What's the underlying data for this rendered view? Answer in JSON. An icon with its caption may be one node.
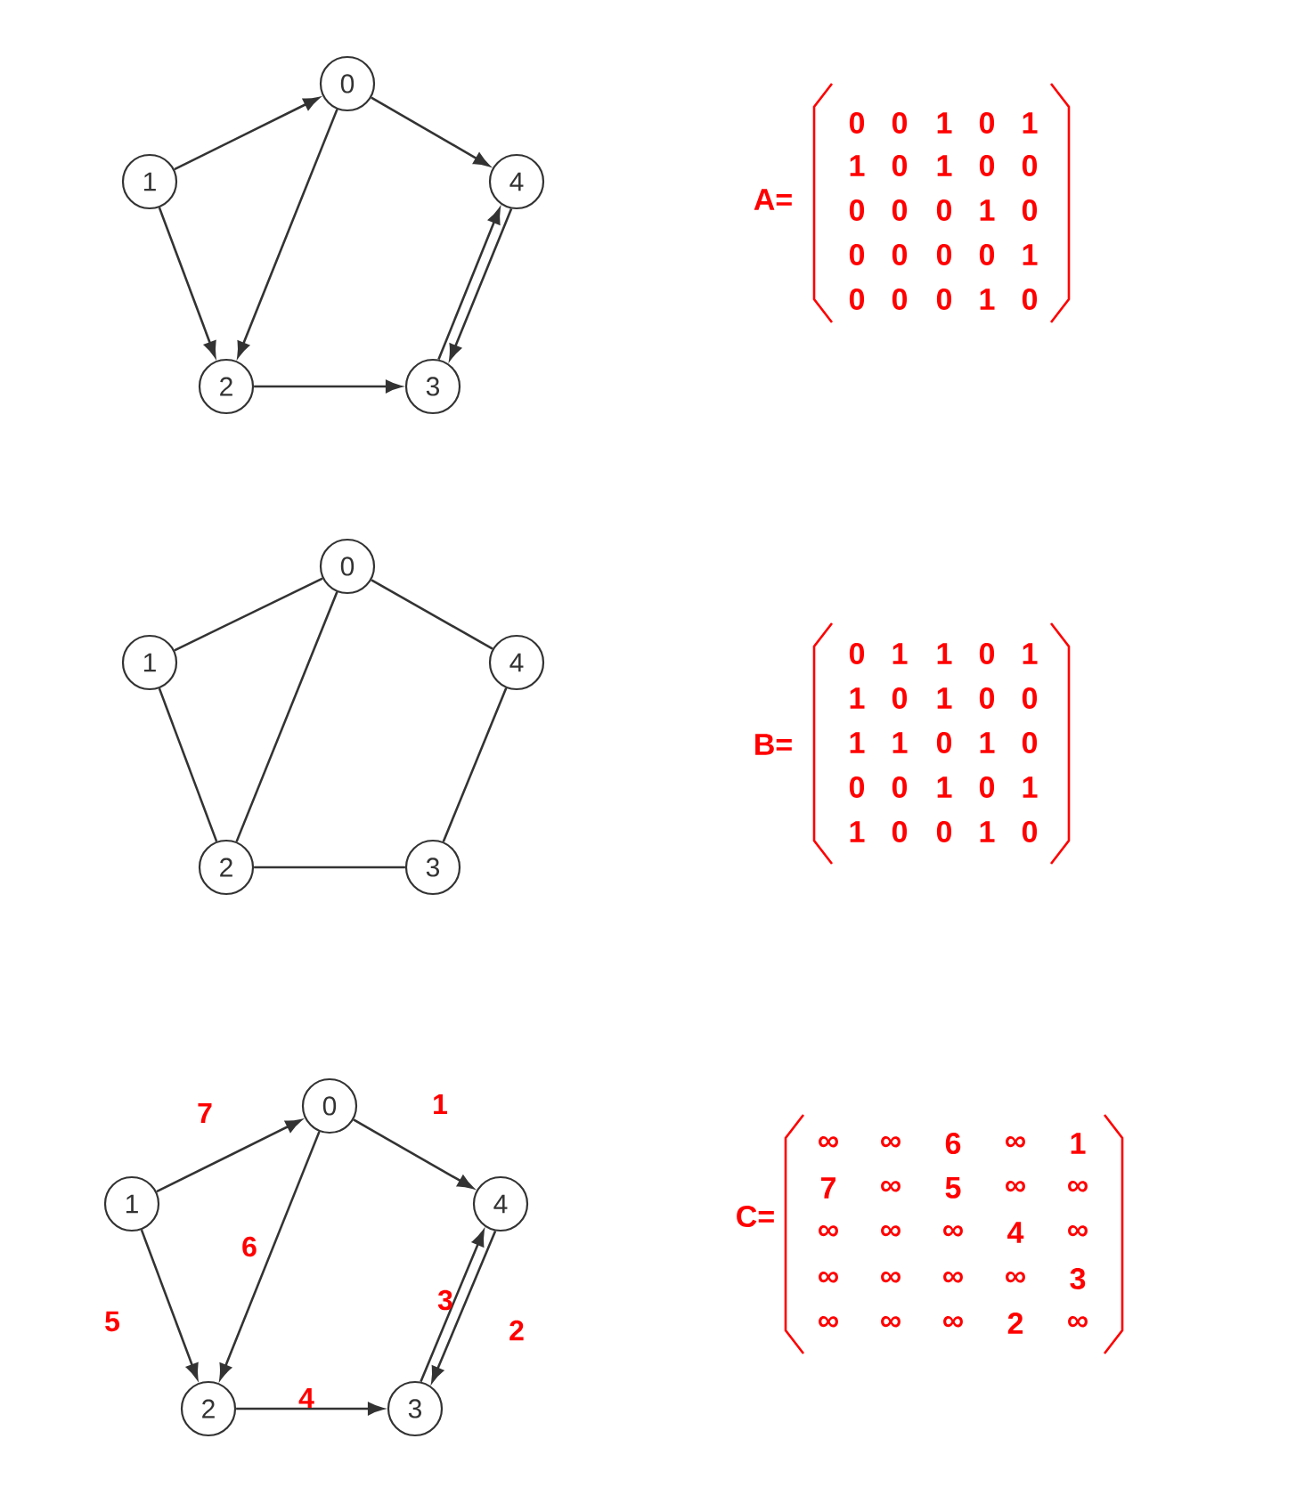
{
  "diagram": {
    "nodes": [
      {
        "text": [
          "0"
        ]
      },
      {
        "text": [
          "1"
        ]
      },
      {
        "text": [
          "2"
        ]
      },
      {
        "text": [
          "3"
        ]
      },
      {
        "text": [
          "4"
        ]
      },
      {
        "text": [
          "0"
        ]
      },
      {
        "text": [
          "1"
        ]
      },
      {
        "text": [
          "4"
        ]
      },
      {
        "text": [
          "2"
        ]
      },
      {
        "text": [
          "3"
        ]
      },
      {
        "text": [
          "0"
        ]
      },
      {
        "text": [
          "1"
        ]
      },
      {
        "text": [
          "4"
        ]
      },
      {
        "text": [
          "2"
        ]
      },
      {
        "text": [
          "3"
        ]
      }
    ],
    "edges": [
      {
        "from": 1,
        "to": 0,
        "arrow": "to"
      },
      {
        "from": 0,
        "to": 4,
        "arrow": "to"
      },
      {
        "from": 0,
        "to": 2,
        "arrow": "to"
      },
      {
        "from": 1,
        "to": 2,
        "arrow": "to"
      },
      {
        "from": 2,
        "to": 3,
        "arrow": "to"
      },
      {
        "from": 3,
        "to": 4,
        "arrow": "to"
      },
      {
        "from": 4,
        "to": 3,
        "arrow": "to"
      },
      {
        "from": 6,
        "to": 5,
        "arrow": "none"
      },
      {
        "from": 5,
        "to": 7,
        "arrow": "none"
      },
      {
        "from": 5,
        "to": 8,
        "arrow": "none"
      },
      {
        "from": 6,
        "to": 8,
        "arrow": "none"
      },
      {
        "from": 8,
        "to": 9,
        "arrow": "none"
      },
      {
        "from": 9,
        "to": 7,
        "arrow": "none"
      },
      {
        "from": 11,
        "to": 10,
        "arrow": "to",
        "label": "7"
      },
      {
        "from": 10,
        "to": 12,
        "arrow": "to",
        "label": "1"
      },
      {
        "from": 10,
        "to": 13,
        "arrow": "to",
        "label": "6"
      },
      {
        "from": 11,
        "to": 13,
        "arrow": "to",
        "label": "5"
      },
      {
        "from": 13,
        "to": 14,
        "arrow": "to",
        "label": "4"
      },
      {
        "from": 14,
        "to": 12,
        "arrow": "to",
        "label": "3"
      },
      {
        "from": 12,
        "to": 14,
        "arrow": "to",
        "label": "2"
      }
    ],
    "labels": [
      "A=",
      "0",
      "0",
      "1",
      "0",
      "1",
      "1",
      "0",
      "1",
      "0",
      "0",
      "0",
      "0",
      "0",
      "1",
      "0",
      "0",
      "0",
      "0",
      "0",
      "1",
      "0",
      "0",
      "0",
      "1",
      "0",
      "B=",
      "0",
      "1",
      "1",
      "0",
      "1",
      "1",
      "0",
      "1",
      "0",
      "0",
      "1",
      "1",
      "0",
      "1",
      "0",
      "0",
      "0",
      "1",
      "0",
      "1",
      "1",
      "0",
      "0",
      "1",
      "0",
      "C=",
      "∞",
      "∞",
      "6",
      "∞",
      "1",
      "7",
      "∞",
      "5",
      "∞",
      "∞",
      "∞",
      "∞",
      "∞",
      "4",
      "∞",
      "∞",
      "∞",
      "∞",
      "∞",
      "3",
      "∞",
      "∞",
      "∞",
      "2",
      "∞"
    ]
  }
}
